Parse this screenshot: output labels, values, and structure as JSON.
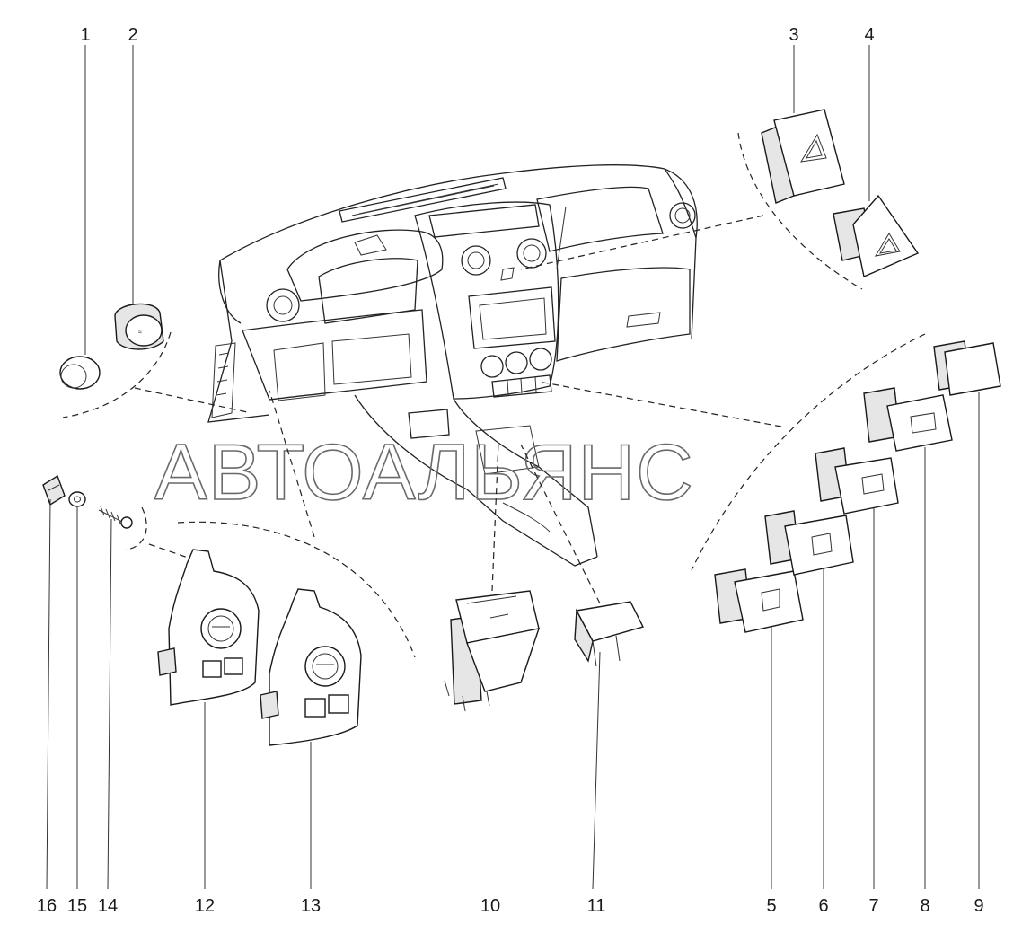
{
  "watermark": "АВТОАЛЬЯНС",
  "callouts": {
    "n1": "1",
    "n2": "2",
    "n3": "3",
    "n4": "4",
    "n5": "5",
    "n6": "6",
    "n7": "7",
    "n8": "8",
    "n9": "9",
    "n10": "10",
    "n11": "11",
    "n12": "12",
    "n13": "13",
    "n14": "14",
    "n15": "15",
    "n16": "16"
  }
}
